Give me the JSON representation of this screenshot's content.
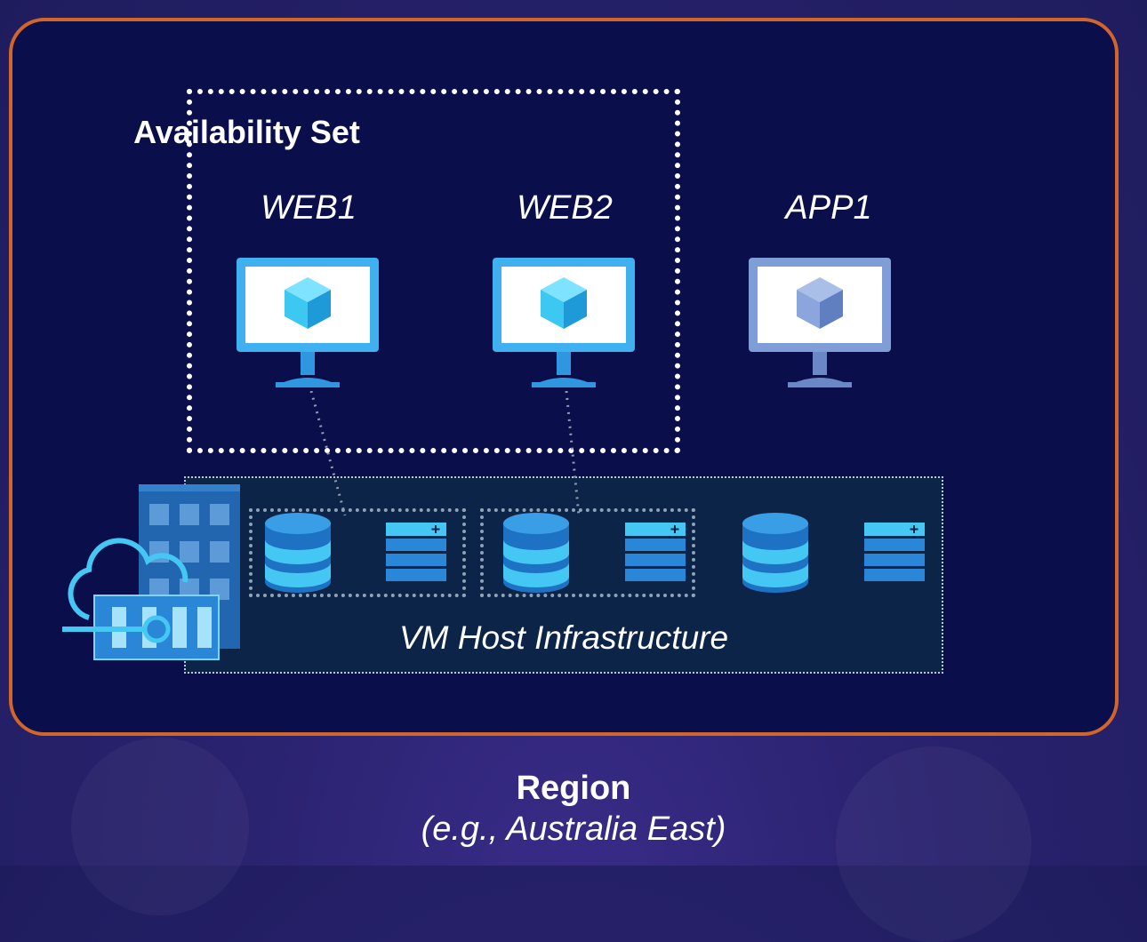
{
  "diagram": {
    "availability_set_title": "Availability Set",
    "vms": [
      {
        "label": "WEB1",
        "color": "#3fb0f0",
        "cube": "#3cc8f0"
      },
      {
        "label": "WEB2",
        "color": "#3fb0f0",
        "cube": "#3cc8f0"
      },
      {
        "label": "APP1",
        "color": "#7f9ed8",
        "cube": "#8aa6dc"
      }
    ],
    "host_infrastructure_label": "VM Host Infrastructure",
    "region_title": "Region",
    "region_subtitle": "(e.g., Australia East)",
    "icons": [
      "virtual-machine-icon",
      "database-icon",
      "storage-stack-icon",
      "datacenter-cloud-icon"
    ],
    "colors": {
      "region_border": "#d2662a",
      "region_fill": "#0a0f4c",
      "host_fill": "#0b2447",
      "vm_accent": "#3fb0f0",
      "app_accent": "#7f9ed8",
      "db_light": "#45c7f4",
      "db_dark": "#1d72c4"
    }
  }
}
